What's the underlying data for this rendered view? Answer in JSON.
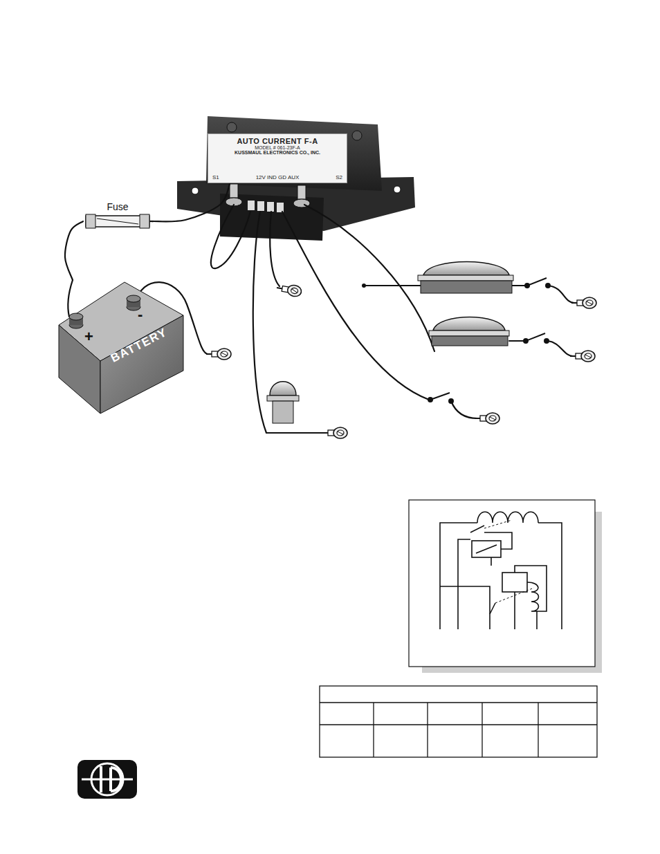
{
  "diagram": {
    "nodes": [
      {
        "text": [
          "AUTO CURRENT F-A",
          "MODEL # 061-23F-A",
          "KUSSMAUL ELECTRONICS CO., INC.",
          "S1",
          "12V IND GD AUX",
          "S2"
        ]
      },
      {
        "text": [
          "Fuse"
        ]
      },
      {
        "text": [
          "BATTERY"
        ]
      }
    ],
    "edges": [
      {
        "from": 2,
        "to": 1,
        "arrow": "none"
      },
      {
        "from": 1,
        "to": 0,
        "arrow": "none"
      }
    ],
    "labels": [
      "+",
      "-"
    ]
  }
}
